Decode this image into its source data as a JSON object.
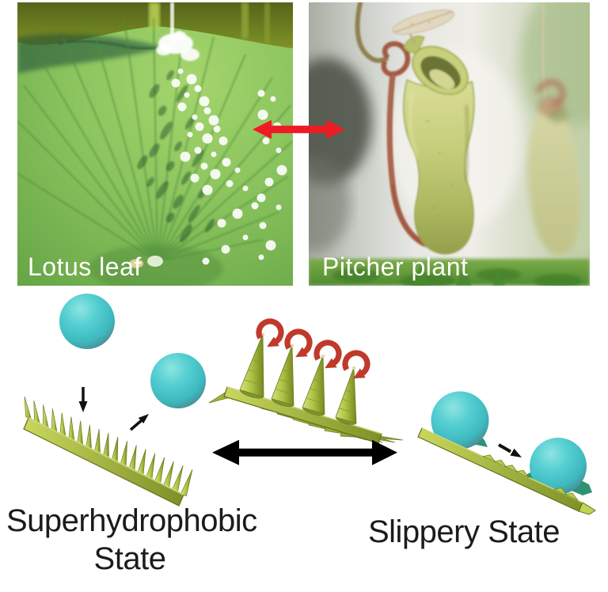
{
  "photos": {
    "lotus": {
      "label": "Lotus leaf"
    },
    "pitcher": {
      "label": "Pitcher plant"
    }
  },
  "states": {
    "superhydrophobic": {
      "line1": "Superhydrophobic",
      "line2": "State"
    },
    "slippery": {
      "label": "Slippery State"
    }
  },
  "icons": {
    "compare_arrow": "red-double-headed-arrow",
    "transition_arrow": "black-double-headed-arrow",
    "impact_arrow": "down-arrow",
    "bounce_arrow": "up-right-arrow",
    "slide_arrow": "down-right-arrow",
    "curl_arrows": "red-curl-arrow"
  },
  "colors": {
    "compare_arrow": "#ed1c24",
    "transition_arrow": "#000000",
    "droplet": "#45c7cb",
    "surface_green": "#a9c23f",
    "curl_arrow_red": "#bf3a2a",
    "wet_patch": "#2f9272",
    "state_label_text": "#1b1b1b",
    "photo_label_text": "#ffffff",
    "background": "#ffffff"
  }
}
